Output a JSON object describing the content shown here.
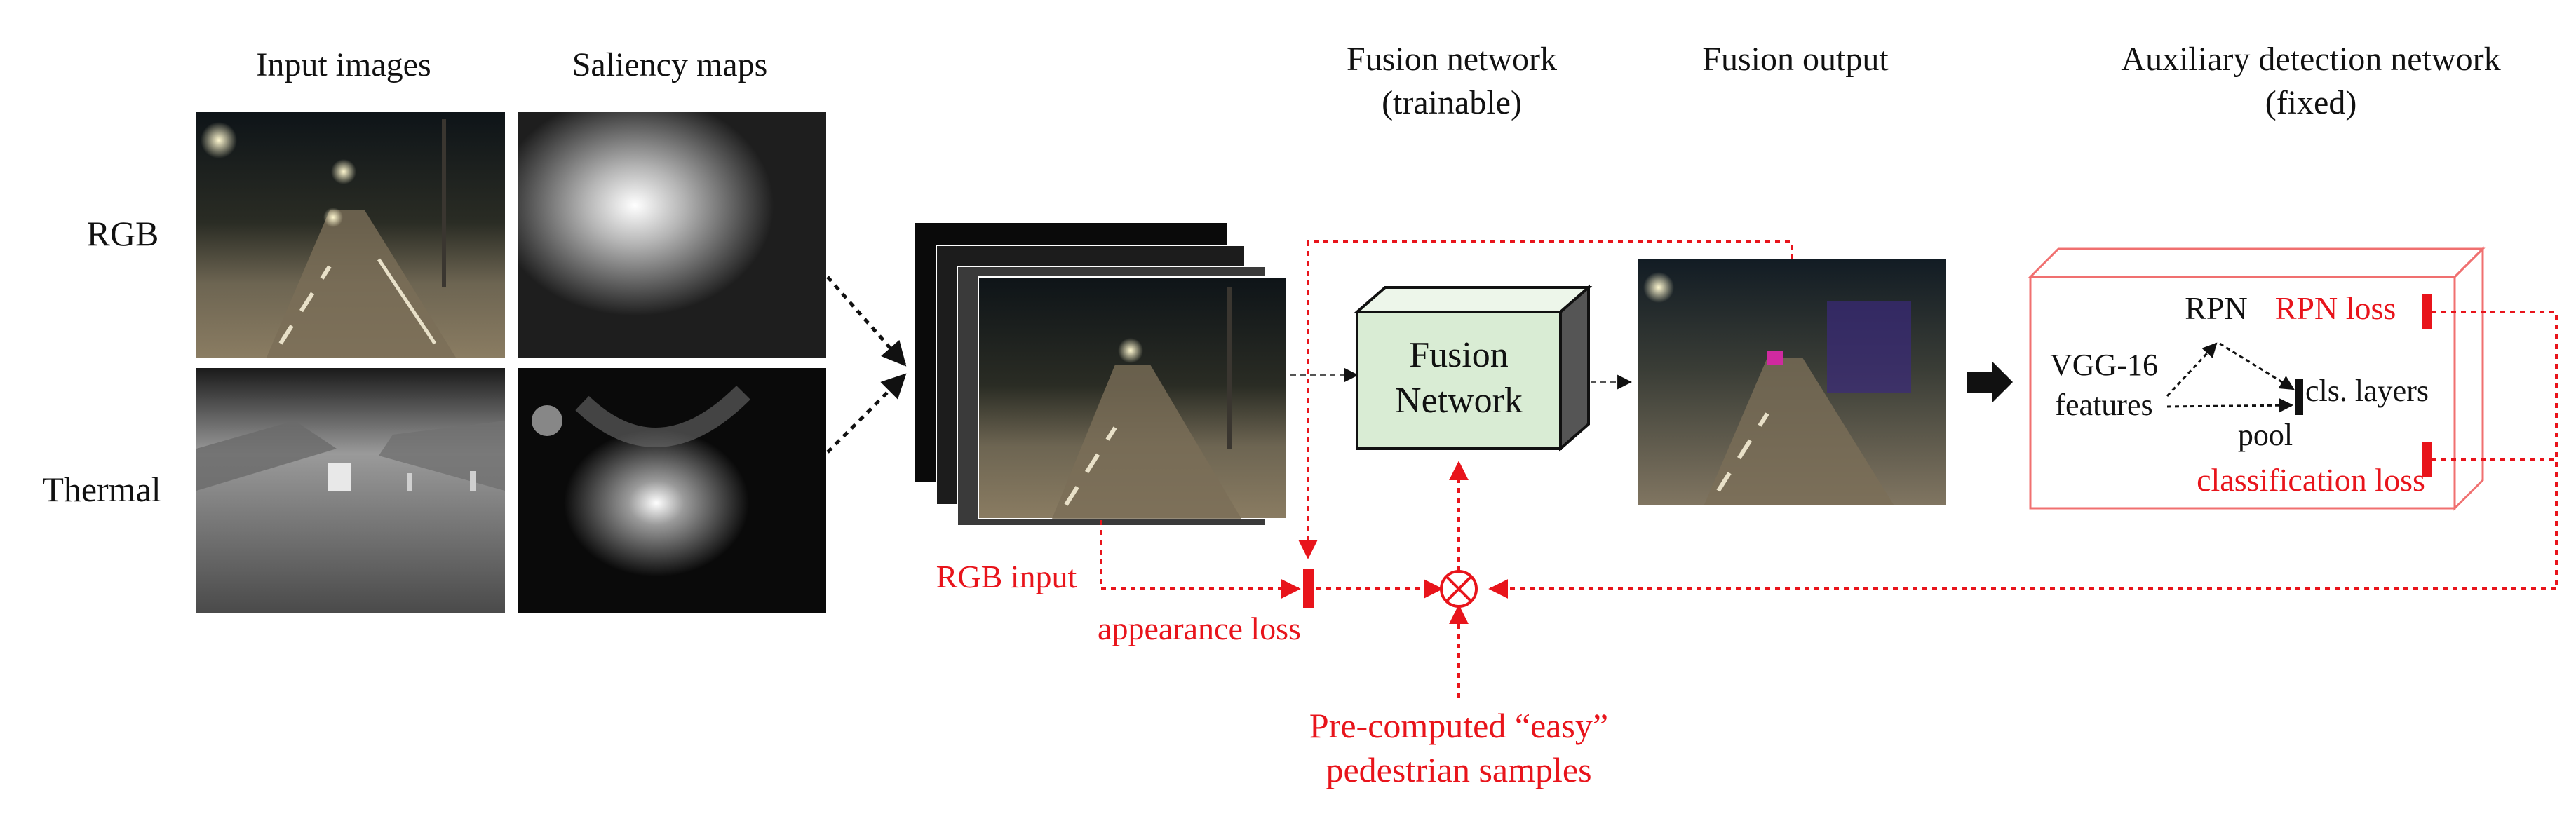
{
  "headers": {
    "input_images": "Input images",
    "saliency_maps": "Saliency maps",
    "fusion_network_line1": "Fusion network",
    "fusion_network_line2": "(trainable)",
    "fusion_output": "Fusion output",
    "aux_line1": "Auxiliary detection network",
    "aux_line2": "(fixed)"
  },
  "rows": {
    "rgb": "RGB",
    "thermal": "Thermal"
  },
  "fusion_box": {
    "line1": "Fusion",
    "line2": "Network"
  },
  "detector": {
    "rpn": "RPN",
    "vgg_line1": "VGG-16",
    "vgg_line2": "features",
    "cls_layers": "cls. layers",
    "pool": "pool",
    "rpn_loss": "RPN loss",
    "classification_loss": "classification loss"
  },
  "losses": {
    "rgb_input": "RGB input",
    "appearance_loss": "appearance loss",
    "samples_line1": "Pre-computed “easy”",
    "samples_line2": "pedestrian samples"
  },
  "colors": {
    "loss_red": "#e8141b",
    "fusion_box_fill": "#d9ecd4",
    "text": "#111111"
  }
}
